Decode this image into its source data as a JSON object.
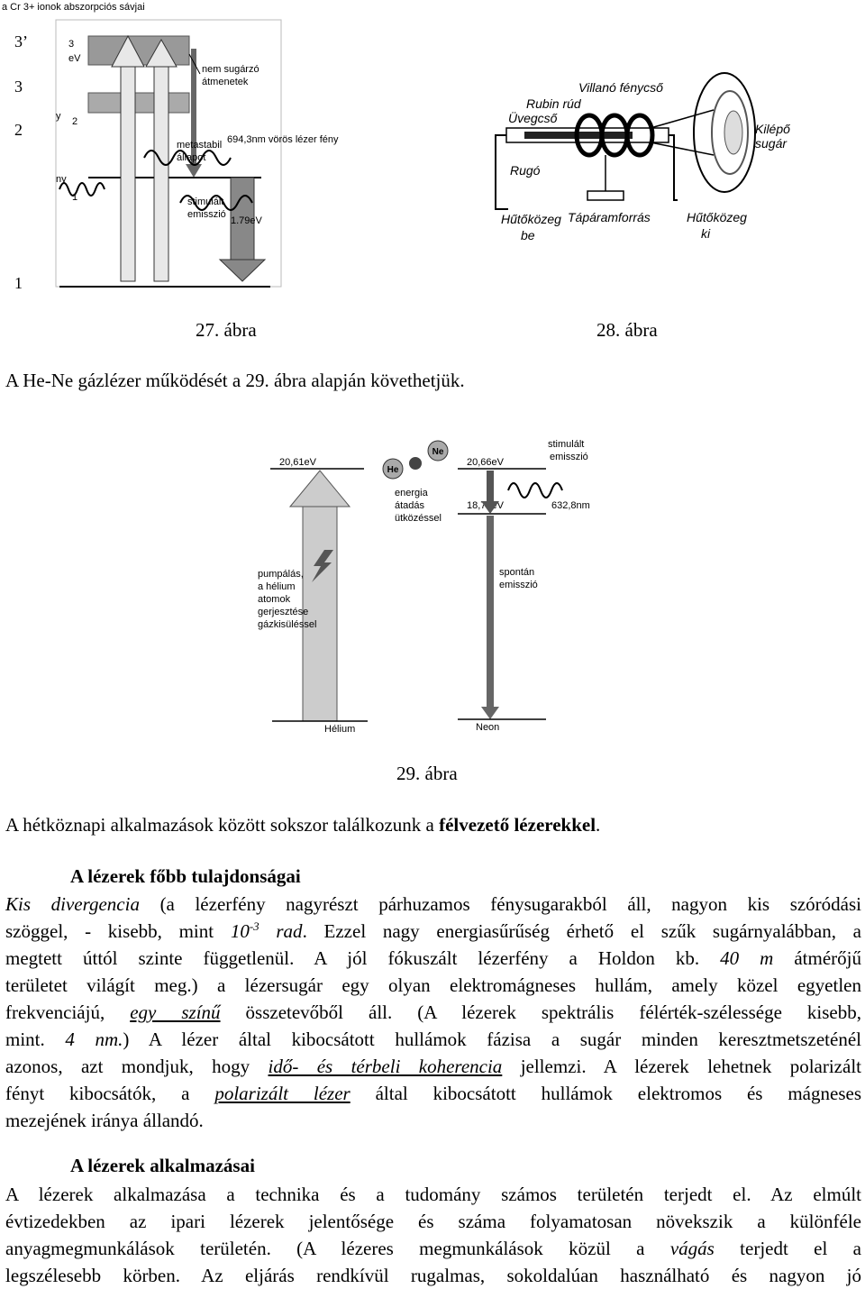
{
  "fig27": {
    "top_label": "a Cr 3+ ionok abszorpciós sávjai",
    "left_numbers": [
      "3’",
      "3",
      "2",
      "1"
    ],
    "levels": [
      "3",
      "eV",
      "2",
      "1"
    ],
    "left_side_partial": [
      "y",
      "ny"
    ],
    "labels": {
      "nonrad_1": "nem sugárzó",
      "nonrad_2": "átmenetek",
      "red_laser": "694,3nm vörös lézer fény",
      "meta_1": "metastabil",
      "meta_2": "állapot",
      "stim_1": "stimulált",
      "stim_2": "emisszió",
      "energy": "1.79eV"
    },
    "caption": "27. ábra"
  },
  "fig28": {
    "labels": {
      "flash": "Villanó fénycső",
      "ruby": "Rubin rúd",
      "glass": "Üvegcső",
      "spring": "Rugó",
      "output_1": "Kilépő",
      "output_2": "sugár",
      "coolant_in_1": "Hűtőközeg",
      "coolant_in_2": "be",
      "power": "Tápáramforrás",
      "coolant_out_1": "Hűtőközeg",
      "coolant_out_2": "ki"
    },
    "caption": "28. ábra"
  },
  "intro_line": "A He-Ne gázlézer működését a 29. ábra alapján követhetjük.",
  "fig29": {
    "he_level": "20,61eV",
    "ne_level": "20,66eV",
    "ne_lower": "18,70eV",
    "wavelength": "632,8nm",
    "he_symbol": "He",
    "ne_symbol": "Ne",
    "stim_1": "stimulált",
    "stim_2": "emisszió",
    "energy_transfer": [
      "energia",
      "átadás",
      "ütközéssel"
    ],
    "pumping": [
      "pumpálás,",
      "a hélium",
      "atomok",
      "gerjesztése",
      "gázkisüléssel"
    ],
    "spont_1": "spontán",
    "spont_2": "emisszió",
    "helium": "Hélium",
    "neon": "Neon",
    "caption": "29. ábra"
  },
  "text": {
    "semi_1": "A hétköznapi alkalmazások között sokszor találkozunk a",
    "semi_2": "félvezető lézerekkel",
    "semi_3": ".",
    "heading1": "A lézerek főbb tulajdonságai",
    "p1": {
      "l1_a": "Kis divergencia",
      "l1_b": " (a lézerfény nagyrészt párhuzamos fénysugarakból áll, nagyon kis szóródási",
      "l2_a": "szöggel, - kisebb, mint ",
      "l2_b": "10",
      "l2_sup": "-3",
      "l2_c": " rad",
      "l2_d": ". Ezzel nagy energiasűrűség érhető el szűk sugárnyalábban, a",
      "l3_a": "megtett úttól szinte függetlenül. A jól fókuszált lézerfény a Holdon kb. ",
      "l3_b": "40 m",
      "l3_c": " átmérőjű",
      "l4_a": "területet világít meg.",
      "l4_b": ") a lézersugár egy olyan elektromágneses hullám, amely közel egyetlen",
      "l5_a": "frekvenciájú, ",
      "l5_b": "egy színű",
      "l5_c": " összetevőből áll. (A lézerek spektrális félérték-szélessége kisebb,",
      "l6_a": "mint. ",
      "l6_b": "4 nm.",
      "l6_c": ") A lézer által kibocsátott hullámok fázisa a sugár minden keresztmetszeténél",
      "l7_a": "azonos, azt mondjuk, hogy ",
      "l7_b": "idő- és térbeli koherencia",
      "l7_c": "  jellemzi. A lézerek lehetnek polarizált",
      "l8_a": "fényt kibocsátók, a ",
      "l8_b": "polarizált lézer",
      "l8_c": " által kibocsátott hullámok elektromos és mágneses",
      "l9": "mezejének iránya állandó."
    },
    "heading2": "A lézerek alkalmazásai",
    "p2": {
      "l1": "A lézerek alkalmazása a technika és a tudomány számos területén terjedt el. Az elmúlt",
      "l2": "évtizedekben az ipari lézerek jelentősége és száma folyamatosan növekszik a különféle",
      "l3_a": "anyagmegmunkálások területén. (A lézeres megmunkálások közül a ",
      "l3_b": "vágás",
      "l3_c": " terjedt el a",
      "l4": "legszélesebb körben. Az eljárás rendkívül rugalmas, sokoldalúan használható és nagyon jó"
    }
  }
}
